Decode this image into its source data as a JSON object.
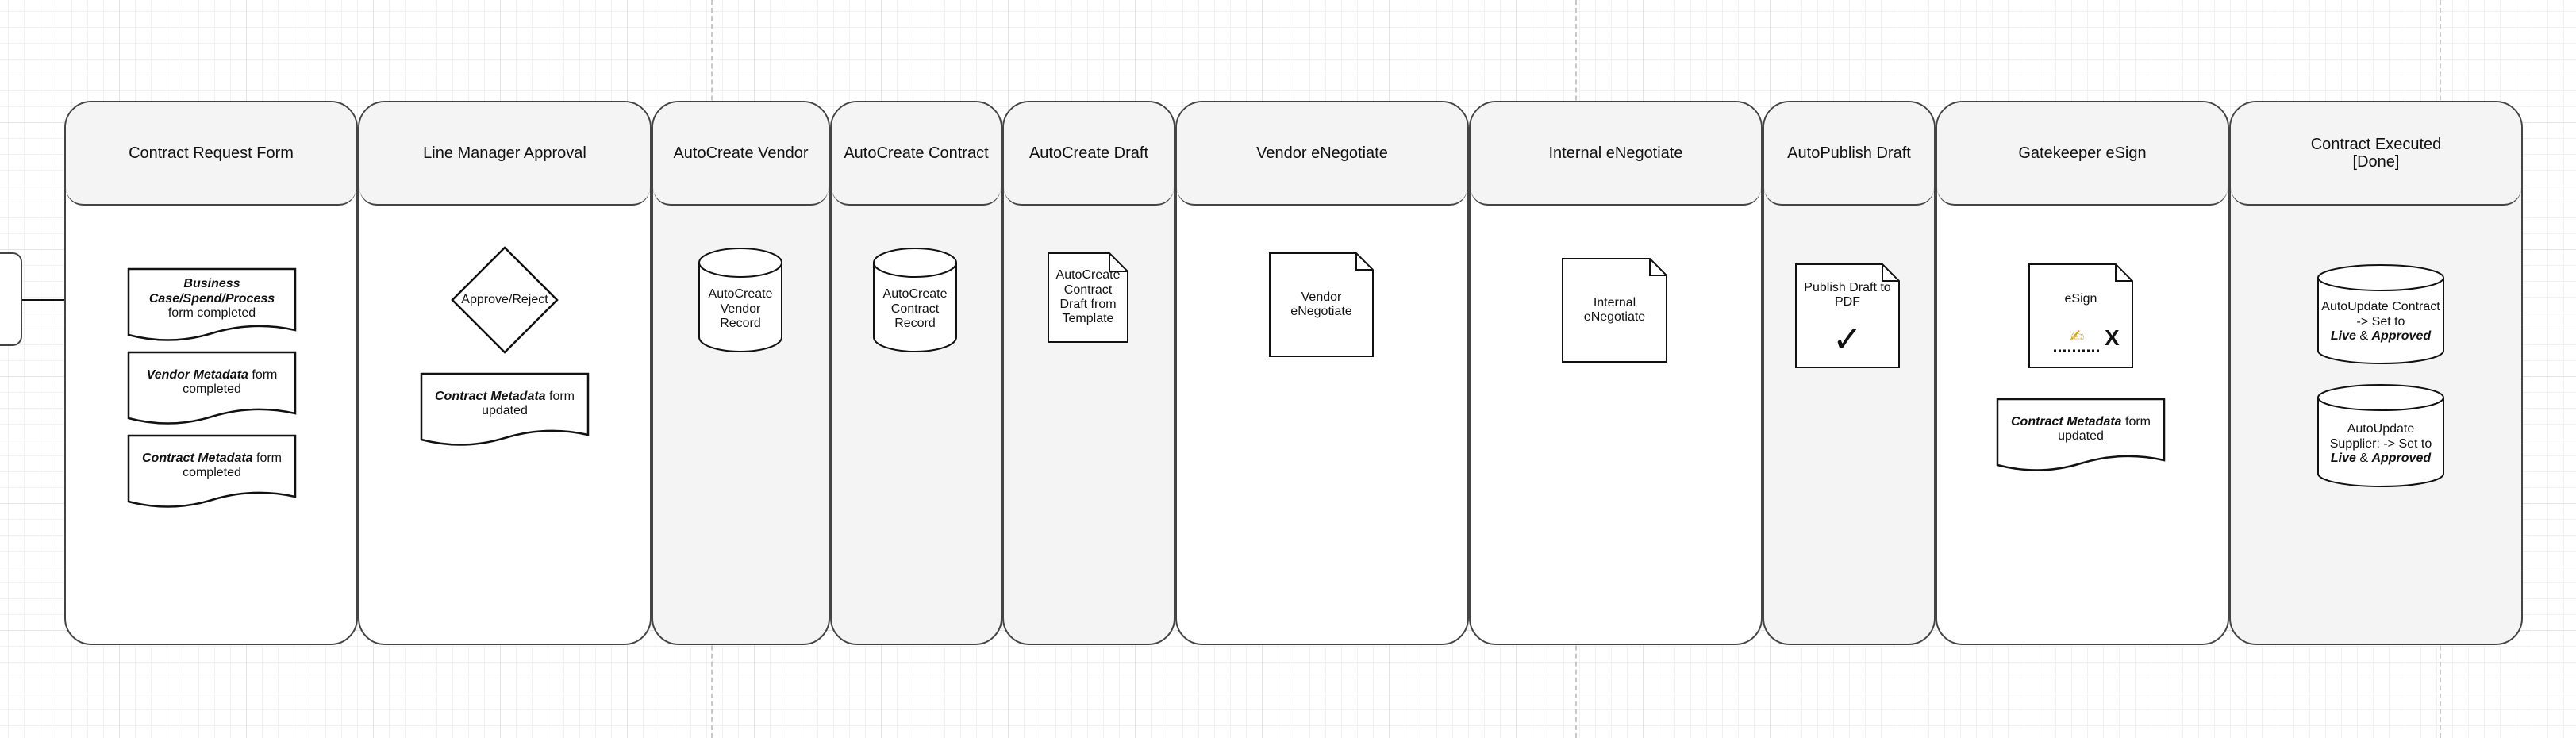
{
  "diagram": {
    "lanes": [
      {
        "title": "Contract Request Form"
      },
      {
        "title": "Line Manager Approval"
      },
      {
        "title": "AutoCreate Vendor"
      },
      {
        "title": "AutoCreate Contract"
      },
      {
        "title": "AutoCreate Draft"
      },
      {
        "title": "Vendor eNegotiate"
      },
      {
        "title": "Internal eNegotiate"
      },
      {
        "title": "AutoPublish Draft"
      },
      {
        "title": "Gatekeeper eSign"
      },
      {
        "title": "Contract Executed\n[Done]"
      }
    ],
    "nodes": {
      "business_case_form": {
        "bold": "Business Case/Spend/Process",
        "rest": " form completed"
      },
      "vendor_metadata_form": {
        "bold": "Vendor Metadata",
        "rest": " form completed"
      },
      "contract_metadata_form": {
        "bold": "Contract Metadata",
        "rest": " form completed"
      },
      "approve_reject": "Approve/Reject",
      "contract_metadata_updated_lm": {
        "bold": "Contract Metadata",
        "rest": " form updated"
      },
      "autocreate_vendor_record": "AutoCreate Vendor Record",
      "autocreate_contract_record": "AutoCreate Contract Record",
      "autocreate_draft": "AutoCreate Contract Draft from Template",
      "vendor_enegotiate": "Vendor eNegotiate",
      "internal_enegotiate": "Internal eNegotiate",
      "publish_draft": "Publish Draft to PDF",
      "publish_check_mark": "✓",
      "esign": "eSign",
      "esign_pen_mark": "✍",
      "esign_x_mark": "X",
      "contract_metadata_updated_gk": {
        "bold": "Contract Metadata",
        "rest": " form updated"
      },
      "autoupdate_contract": {
        "line1": "AutoUpdate Contract -> Set to",
        "bold1": "Live",
        "amp": " & ",
        "bold2": "Approved"
      },
      "autoupdate_supplier": {
        "line1": "AutoUpdate Supplier: -> Set to",
        "bold1": "Live",
        "amp": " & ",
        "bold2": "Approved"
      }
    }
  }
}
